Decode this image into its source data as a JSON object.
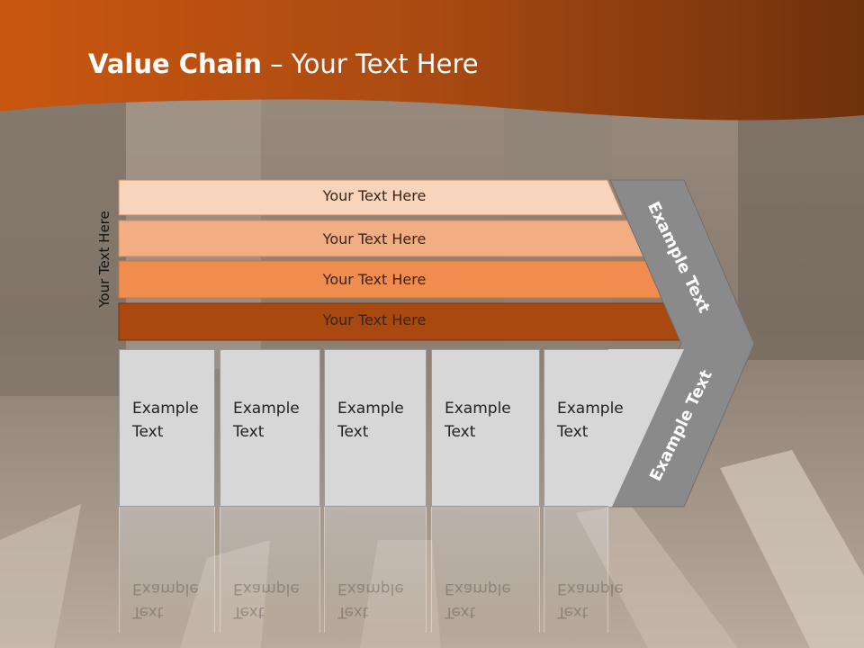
{
  "slide": {
    "title_bold": "Value Chain",
    "title_rest": " – Your Text Here",
    "vertical_label": "Your Text Here",
    "rows": [
      {
        "label": "Your Text Here",
        "color": "#f8d4bd"
      },
      {
        "label": "Your Text Here",
        "color": "#f3ad83"
      },
      {
        "label": "Your Text Here",
        "color": "#ef8c4e"
      },
      {
        "label": "Your Text Here",
        "color": "#a9480f"
      }
    ],
    "boxes": [
      {
        "line1": "Example",
        "line2": "Text"
      },
      {
        "line1": "Example",
        "line2": "Text"
      },
      {
        "line1": "Example",
        "line2": "Text"
      },
      {
        "line1": "Example",
        "line2": "Text"
      },
      {
        "line1": "Example",
        "line2": "Text"
      }
    ],
    "chevron_top": "Example Text",
    "chevron_bottom": "Example Text",
    "colors": {
      "header_orange": "#b5510f",
      "chevron_gray": "#8a8a8a",
      "box_gray": "#d7d7d7"
    }
  }
}
